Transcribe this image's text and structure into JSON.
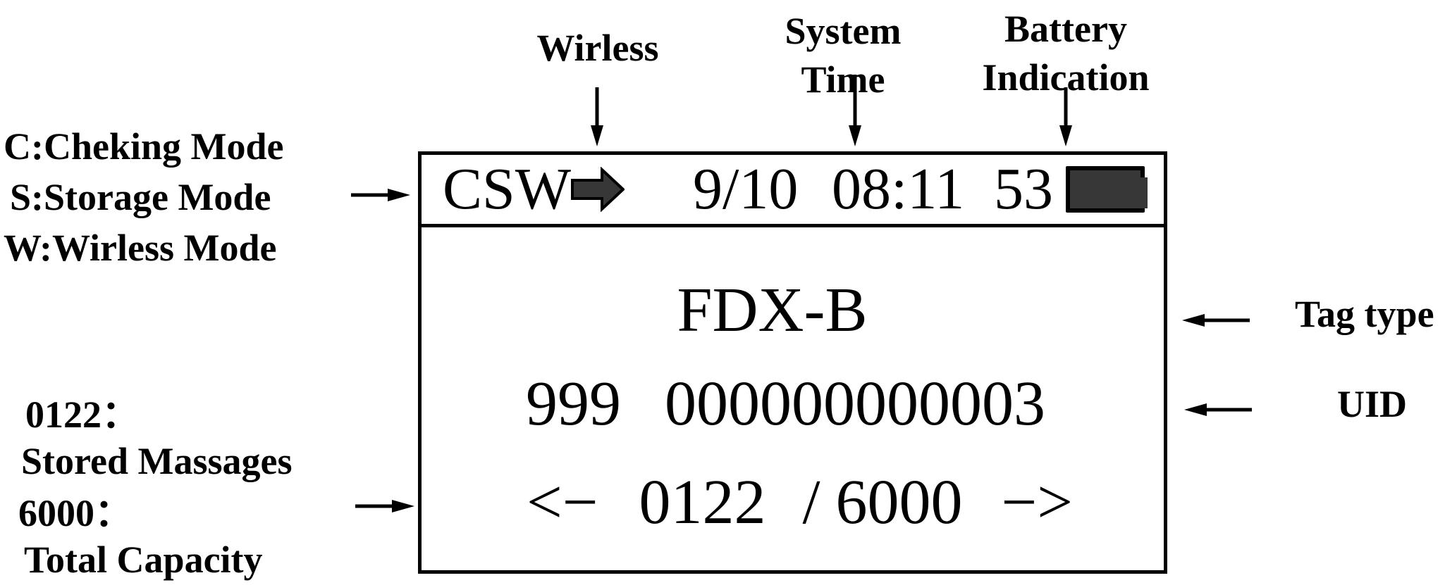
{
  "labels": {
    "wireless": "Wirless",
    "system_time": [
      "System",
      "Time"
    ],
    "battery_indication": [
      "Battery",
      "Indication"
    ],
    "mode_legend": [
      "C:Cheking Mode",
      "S:Storage Mode",
      "W:Wirless Mode"
    ],
    "storage_legend": [
      "0122：",
      "Stored Massages",
      "6000：",
      "Total Capacity"
    ],
    "tag_type": "Tag type",
    "uid": "UID"
  },
  "screen": {
    "status": {
      "modes": "CSW",
      "date": "9/10",
      "time": "08:11",
      "battery_percent": "53"
    },
    "tag_type": "FDX-B",
    "uid_country": "999",
    "uid_number": "000000000003",
    "counter": {
      "prev": "<−",
      "stored": "0122",
      "sep": "/",
      "total": "6000",
      "next": "−>"
    }
  },
  "icons": {
    "status_wireless": "right-block-arrow-icon",
    "status_battery": "battery-icon"
  },
  "colors": {
    "ink": "#000000",
    "dark_fill": "#373737",
    "background": "#ffffff"
  }
}
